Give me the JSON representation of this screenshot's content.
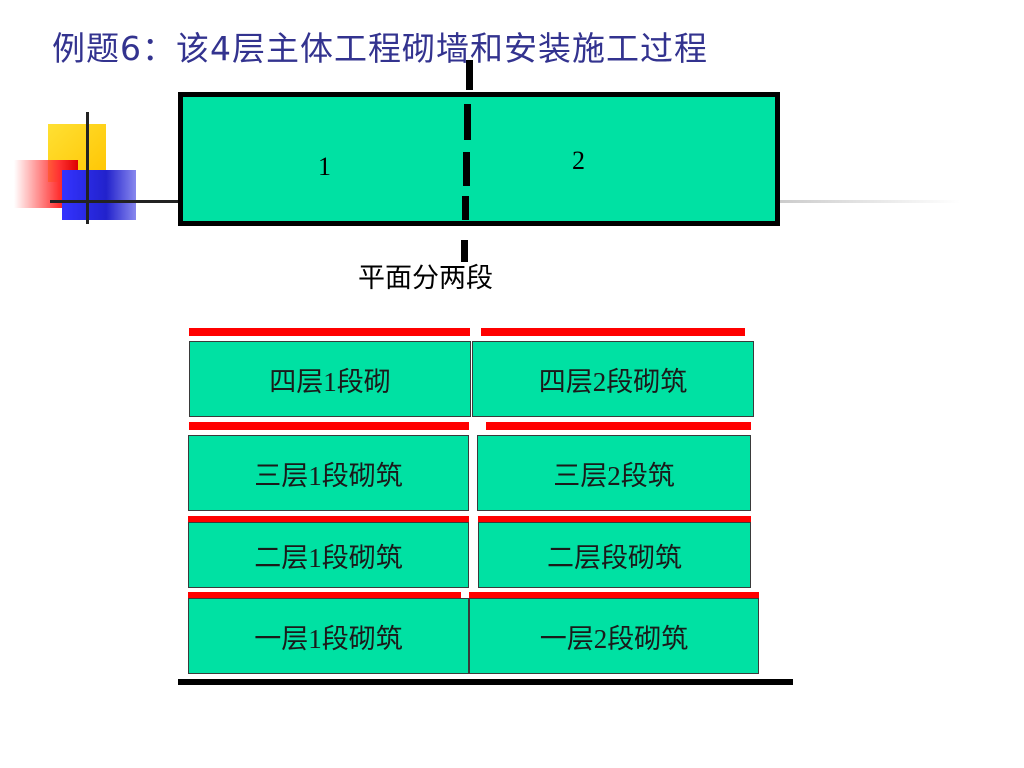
{
  "slide": {
    "title": "例题6：该4层主体工程砌墙和安装施工过程"
  },
  "plan": {
    "segment_1": "1",
    "segment_2": "2",
    "caption": "平面分两段"
  },
  "blocks": {
    "floor4_seg1": "四层1段砌",
    "floor4_seg2": "四层2段砌筑",
    "floor3_seg1": "三层1段砌筑",
    "floor3_seg2": "三层2段筑",
    "floor2_seg1": "二层1段砌筑",
    "floor2_seg2": "二层段砌筑",
    "floor1_seg1": "一层1段砌筑",
    "floor1_seg2": "一层2段砌筑"
  },
  "colors": {
    "block_fill": "#00e1a3",
    "install_line": "#ff0000",
    "title_text": "#33338f"
  }
}
